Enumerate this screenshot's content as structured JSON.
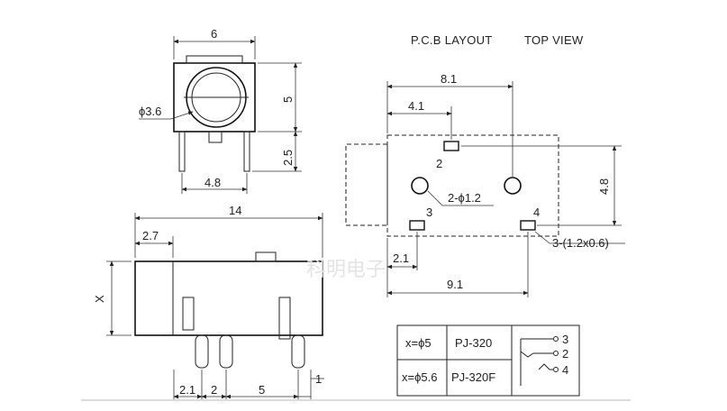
{
  "titles": {
    "pcb_layout": "P.C.B LAYOUT",
    "top_view": "TOP VIEW"
  },
  "front_view": {
    "width": "6",
    "height": "5",
    "pin_length": "2.5",
    "hole_diameter": "ϕ3.6",
    "pin_spacing": "4.8"
  },
  "side_view": {
    "length": "14",
    "offset": "2.7",
    "height_label": "X",
    "pin_gap_a": "2.1",
    "pin_gap_b": "2",
    "pin_gap_c": "5",
    "pin_gap_d": "1"
  },
  "pcb": {
    "width_total": "8.1",
    "hole_offset": "4.1",
    "height": "4.8",
    "bottom_offset": "2.1",
    "bottom_total": "9.1",
    "hole_spec": "2-ϕ1.2",
    "pad_spec": "3-(1.2x0.6)",
    "pad_labels": [
      "2",
      "3",
      "4"
    ]
  },
  "table": {
    "rows": [
      {
        "x_value": "x=ϕ5",
        "model": "PJ-320"
      },
      {
        "x_value": "x=ϕ5.6",
        "model": "PJ-320F"
      }
    ],
    "pins": [
      "3",
      "2",
      "4"
    ]
  },
  "watermark": "科明电子"
}
